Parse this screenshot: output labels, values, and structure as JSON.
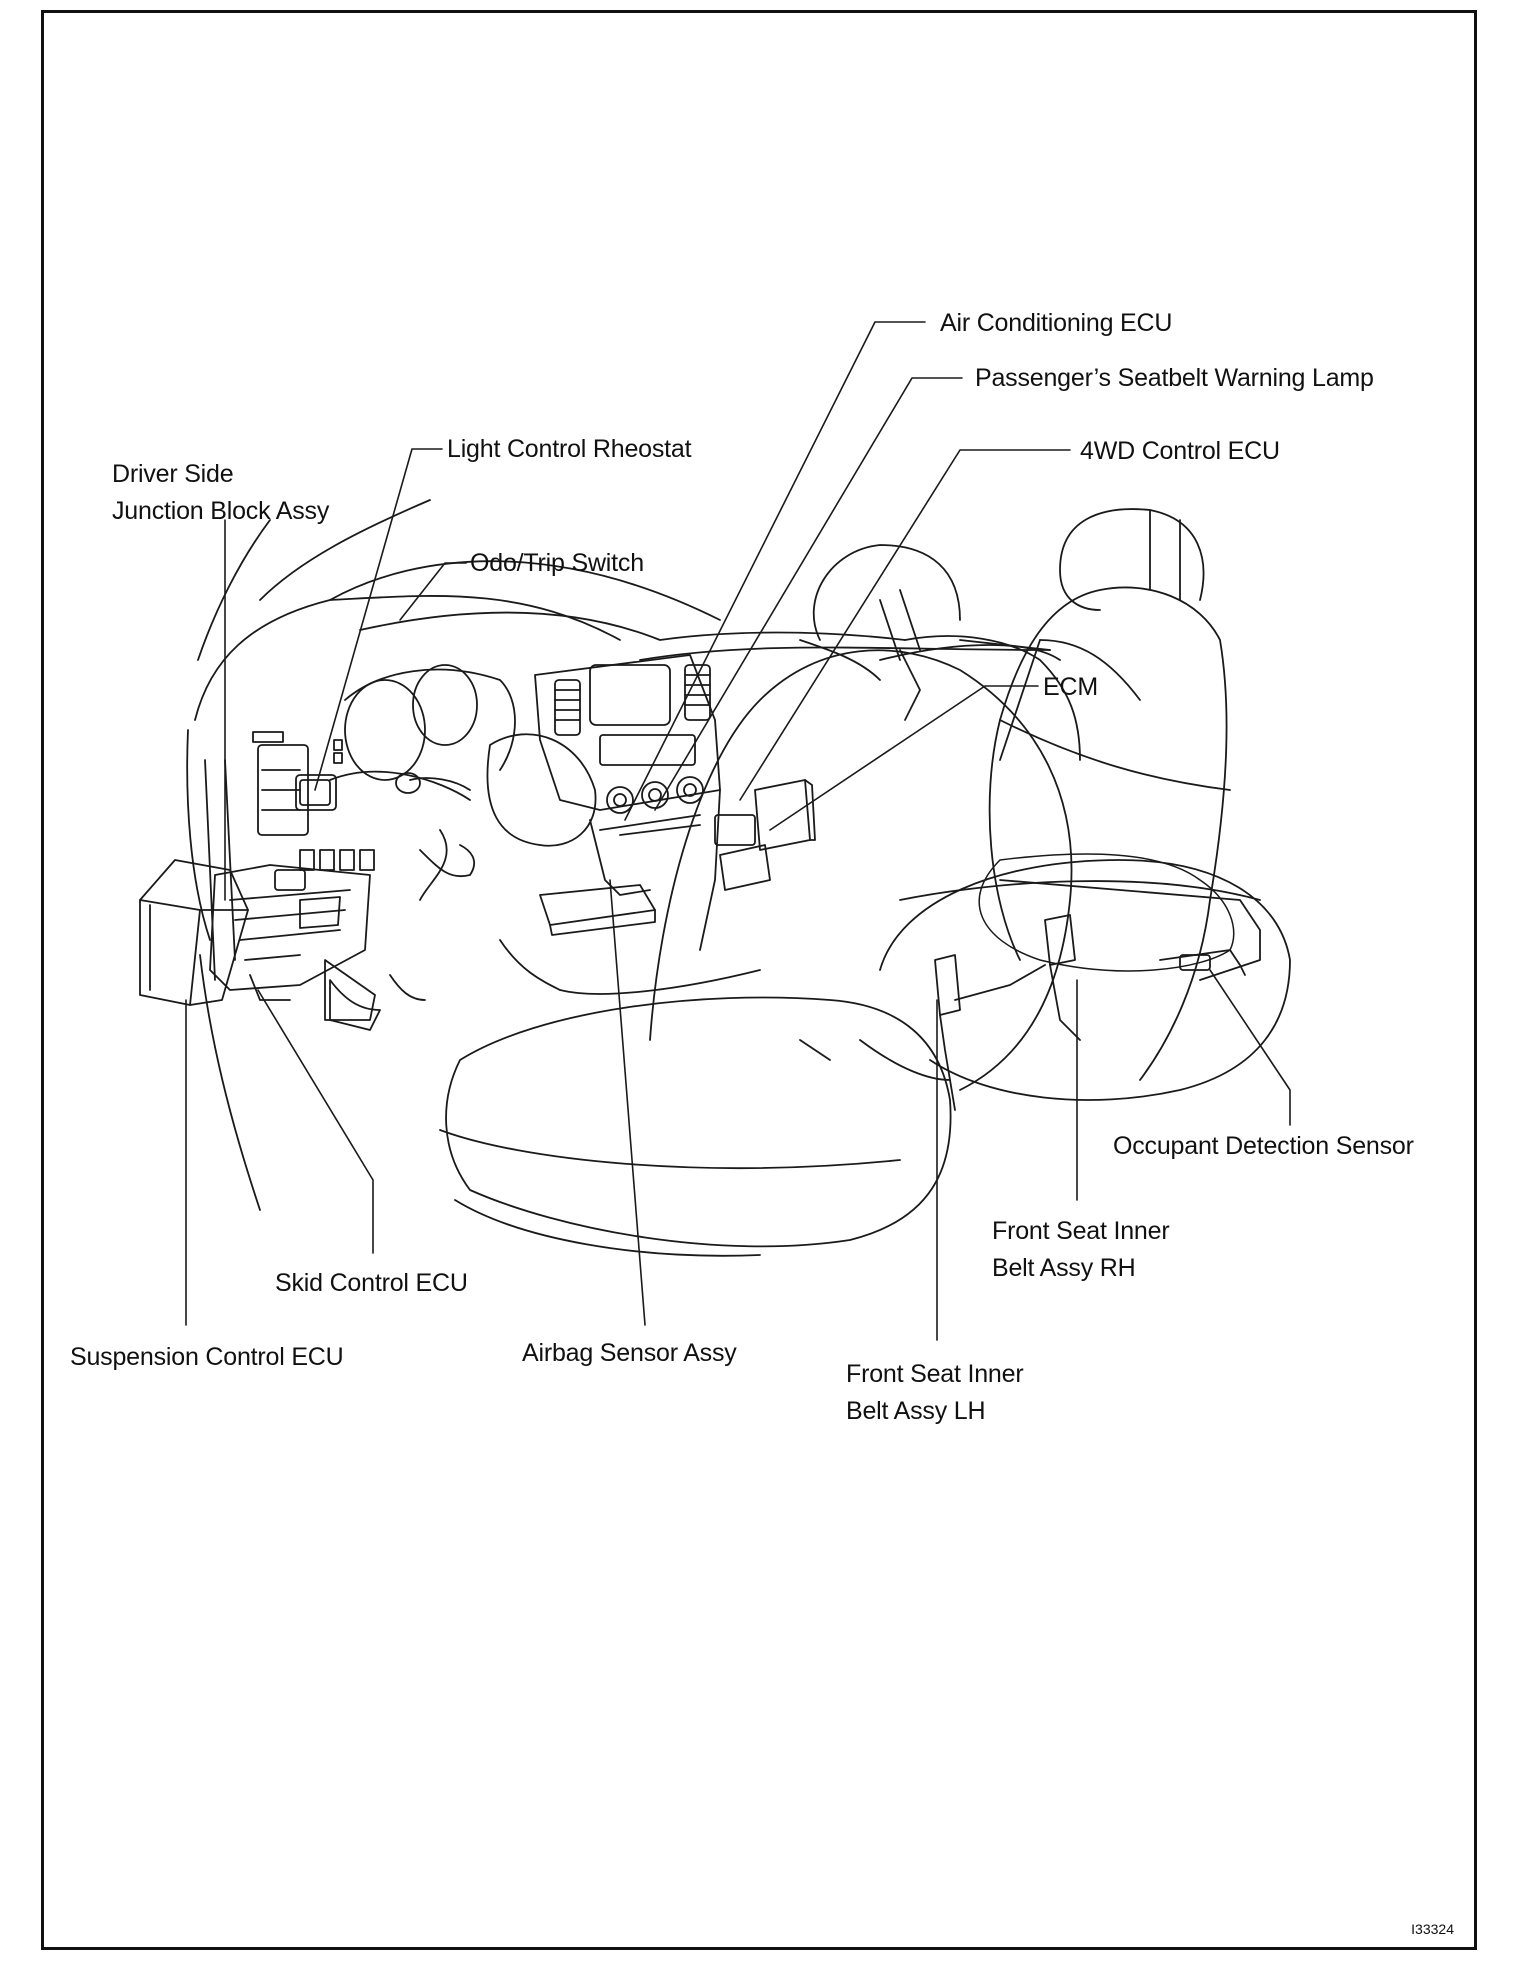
{
  "labels": {
    "air_conditioning_ecu": "Air Conditioning ECU",
    "passenger_seatbelt_warning_lamp": "Passenger’s Seatbelt Warning Lamp",
    "light_control_rheostat": "Light Control Rheostat",
    "four_wd_control_ecu": "4WD Control ECU",
    "driver_side_junction_block_assy": [
      "Driver Side",
      "Junction Block Assy"
    ],
    "odo_trip_switch": "Odo/Trip Switch",
    "ecm": "ECM",
    "occupant_detection_sensor": "Occupant Detection Sensor",
    "front_seat_inner_belt_assy_rh": [
      "Front Seat Inner",
      "Belt Assy RH"
    ],
    "skid_control_ecu": "Skid Control ECU",
    "suspension_control_ecu": "Suspension Control ECU",
    "airbag_sensor_assy": "Airbag Sensor Assy",
    "front_seat_inner_belt_assy_lh": [
      "Front Seat Inner",
      "Belt Assy LH"
    ]
  },
  "figure_id": "I33324"
}
